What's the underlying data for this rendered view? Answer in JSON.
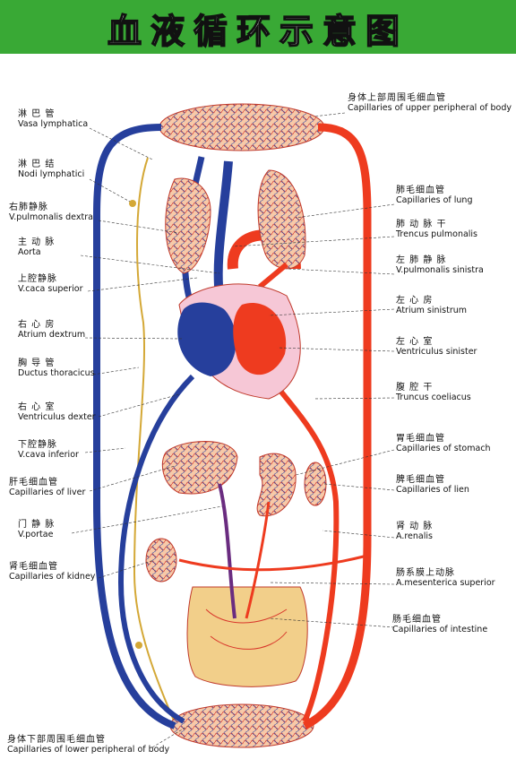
{
  "title": "血液循环示意图",
  "colors": {
    "header_bg": "#39a935",
    "artery": "#ee3b1f",
    "vein": "#263f9c",
    "lymph": "#d4a836",
    "capillary_bg": "#f7c9a8",
    "heart_bg": "#f6c7d6"
  },
  "labels_left": [
    {
      "zh": "淋 巴 管",
      "la": "Vasa lymphatica"
    },
    {
      "zh": "淋 巴 结",
      "la": "Nodi lymphatici"
    },
    {
      "zh": "右肺静脉",
      "la": "V.pulmonalis dextra"
    },
    {
      "zh": "主 动 脉",
      "la": "Aorta"
    },
    {
      "zh": "上腔静脉",
      "la": "V.caca superior"
    },
    {
      "zh": "右 心 房",
      "la": "Atrium dextrum"
    },
    {
      "zh": "胸 导 管",
      "la": "Ductus thoracicus"
    },
    {
      "zh": "右 心 室",
      "la": "Ventriculus dexter"
    },
    {
      "zh": "下腔静脉",
      "la": "V.cava inferior"
    },
    {
      "zh": "肝毛细血管",
      "la": "Capillaries of liver"
    },
    {
      "zh": "门 静 脉",
      "la": "V.portae"
    },
    {
      "zh": "肾毛细血管",
      "la": "Capillaries of kidney"
    },
    {
      "zh": "身体下部周围毛细血管",
      "la": "Capillaries of lower peripheral of body"
    }
  ],
  "labels_right": [
    {
      "zh": "身体上部周围毛细血管",
      "la": "Capillaries of upper peripheral of body"
    },
    {
      "zh": "肺毛细血管",
      "la": "Capillaries of lung"
    },
    {
      "zh": "肺 动 脉 干",
      "la": "Trencus pulmonalis"
    },
    {
      "zh": "左 肺 静 脉",
      "la": "V.pulmonalis sinistra"
    },
    {
      "zh": "左 心 房",
      "la": "Atrium sinistrum"
    },
    {
      "zh": "左 心 室",
      "la": "Ventriculus sinister"
    },
    {
      "zh": "腹 腔 干",
      "la": "Truncus coeliacus"
    },
    {
      "zh": "胃毛细血管",
      "la": "Capillaries of stomach"
    },
    {
      "zh": "脾毛细血管",
      "la": "Capillaries of lien"
    },
    {
      "zh": "肾 动 脉",
      "la": "A.renalis"
    },
    {
      "zh": "肠系膜上动脉",
      "la": "A.mesenterica superior"
    },
    {
      "zh": "肠毛细血管",
      "la": "Capillaries of intestine"
    }
  ]
}
